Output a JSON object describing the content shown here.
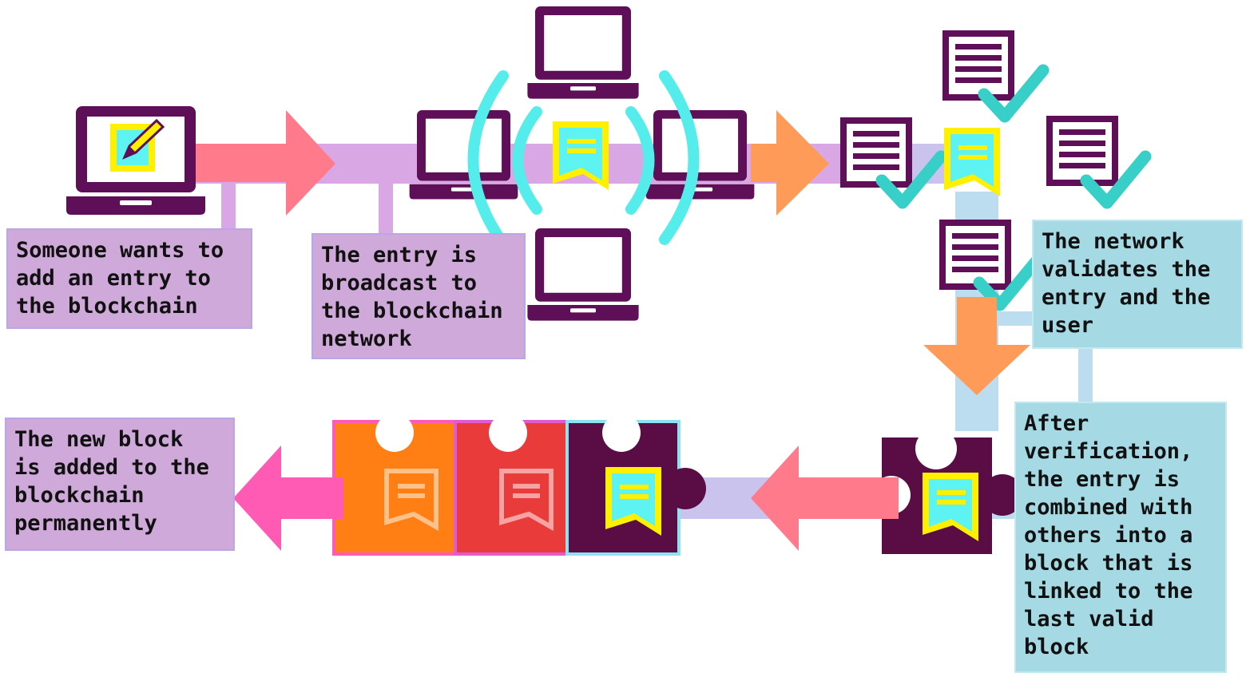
{
  "steps": [
    {
      "lines": [
        "Someone wants to",
        "add an entry to",
        "the blockchain"
      ]
    },
    {
      "lines": [
        "The entry is",
        "broadcast to",
        "the blockchain",
        "network"
      ]
    },
    {
      "lines": [
        "The network",
        "validates the",
        "entry and the",
        "user"
      ]
    },
    {
      "lines": [
        "After",
        "verification,",
        "the entry is",
        "combined with",
        "others into a",
        "block that is",
        "linked to the",
        "last valid",
        "block"
      ]
    },
    {
      "lines": [
        "The new block",
        "is added to the",
        "blockchain",
        "permanently"
      ]
    }
  ],
  "icons": {
    "laptop": "laptop-icon",
    "edit": "pencil-edit-icon",
    "entry": "entry-document-icon",
    "document": "document-icon",
    "check": "checkmark-icon",
    "wave": "broadcast-wave-icon",
    "puzzle": "puzzle-piece-icon",
    "arrow": "arrow-icon"
  },
  "colors": {
    "laptop": "#5e0f57",
    "purple_box": "#cfa9d9",
    "blue_box": "#a5d9e3",
    "connector_purple": "#d9a8e4",
    "connector_blue": "#bcdcf0",
    "arrow_pink": "#ff7b8c",
    "arrow_orange": "#ff9b59",
    "arrow_magenta": "#ff5ab4",
    "entry_yellow": "#fff000",
    "entry_cyan": "#5ef3f3",
    "check": "#38cfc8",
    "wave": "#55ecec",
    "puzzle_orange": "#ff7f15",
    "puzzle_red": "#ea3b3b",
    "puzzle_dark": "#5a0c45"
  }
}
